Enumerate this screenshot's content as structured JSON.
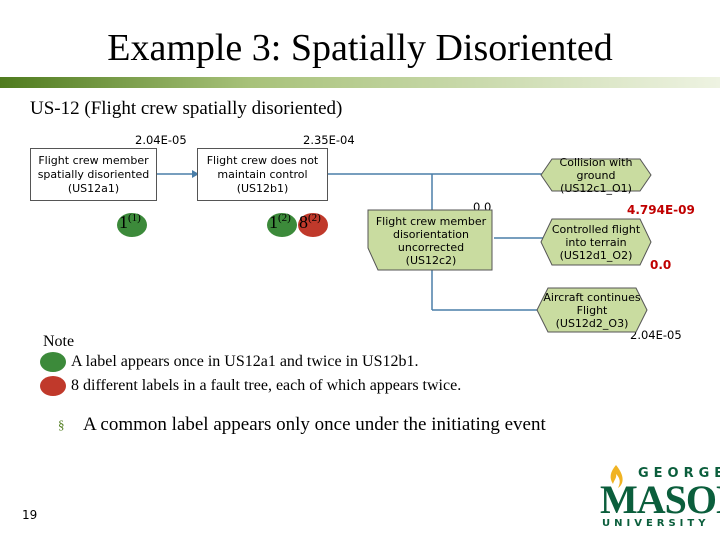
{
  "slide": {
    "title": "Example 3: Spatially Disoriented",
    "subtitle": "US-12 (Flight crew spatially disoriented)",
    "page_number": "19"
  },
  "diagram": {
    "probabilities": {
      "us12a1": "2.04E-05",
      "us12b1": "2.35E-04",
      "us12c2": "0.0",
      "o1": "4.794E-09",
      "o2": "0.0",
      "o3": "2.04E-05"
    },
    "nodes": {
      "us12a1": {
        "line1": "Flight crew member",
        "line2": "spatially disoriented",
        "line3": "(US12a1)"
      },
      "us12b1": {
        "line1": "Flight crew does not",
        "line2": "maintain control",
        "line3": "(US12b1)"
      },
      "us12c2": {
        "line1": "Flight crew member",
        "line2": "disorientation",
        "line3": "uncorrected",
        "line4": "(US12c2)"
      },
      "o1": {
        "line1": "Collision with ground",
        "line2": "(US12c1_O1)"
      },
      "o2": {
        "line1": "Controlled flight",
        "line2": "into terrain",
        "line3": "(US12d1_O2)"
      },
      "o3": {
        "line1": "Aircraft continues",
        "line2": "Flight",
        "line3": "(US12d2_O3)"
      }
    },
    "labels": {
      "a1_label": {
        "base": "1",
        "sup": "(1)"
      },
      "b1_label1": {
        "base": "1",
        "sup": "(2)"
      },
      "b1_label2": {
        "base": "8",
        "sup": "(2)"
      }
    }
  },
  "note": {
    "heading": "Note",
    "item1": "A label appears once in US12a1 and twice in US12b1.",
    "item2": "8 different labels in a fault tree, each of which appears twice."
  },
  "bullet": {
    "symbol": "§",
    "text": "A common label appears only once under the initiating event"
  },
  "logo": {
    "george": "GEORGE",
    "mason": "MASON",
    "university": "UNIVERSITY"
  },
  "colors": {
    "title_bar_dark": "#4f7b1e",
    "title_bar_light": "#e3ecd2",
    "node_green": "#c9dca0",
    "connector_blue": "#4a7ea8",
    "circle_green": "#3c8a3a",
    "circle_red": "#c0392b",
    "logo_green": "#0b5e3c",
    "logo_gold": "#f0b323"
  }
}
